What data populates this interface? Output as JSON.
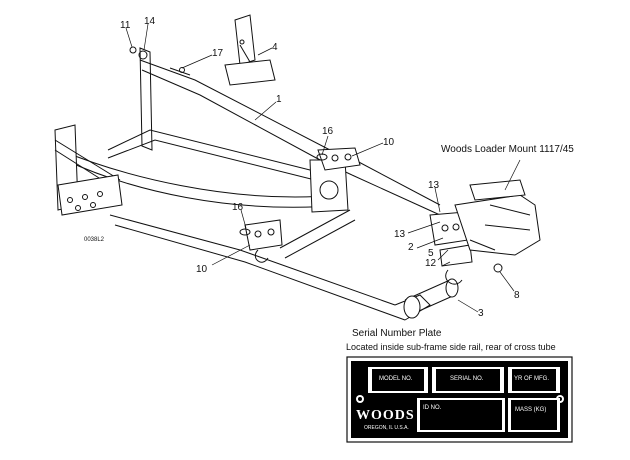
{
  "part_callouts": [
    "11",
    "14",
    "17",
    "4",
    "1",
    "16",
    "10",
    "13",
    "13",
    "2",
    "5",
    "12",
    "8",
    "16",
    "10",
    "3"
  ],
  "figure_id": "0038L2",
  "loader_mount_label": "Woods Loader Mount 1117/45",
  "serial_plate": {
    "title": "Serial Number Plate",
    "location": "Located inside sub-frame side rail, rear of cross tube",
    "fields": {
      "model_no": "MODEL NO.",
      "serial_no": "SERIAL NO.",
      "yr_of_mfg": "YR OF MFG.",
      "id_no": "ID NO.",
      "mass": "MASS (KG)"
    },
    "brand": "WOODS",
    "brand_location": "OREGON, IL U.S.A."
  }
}
